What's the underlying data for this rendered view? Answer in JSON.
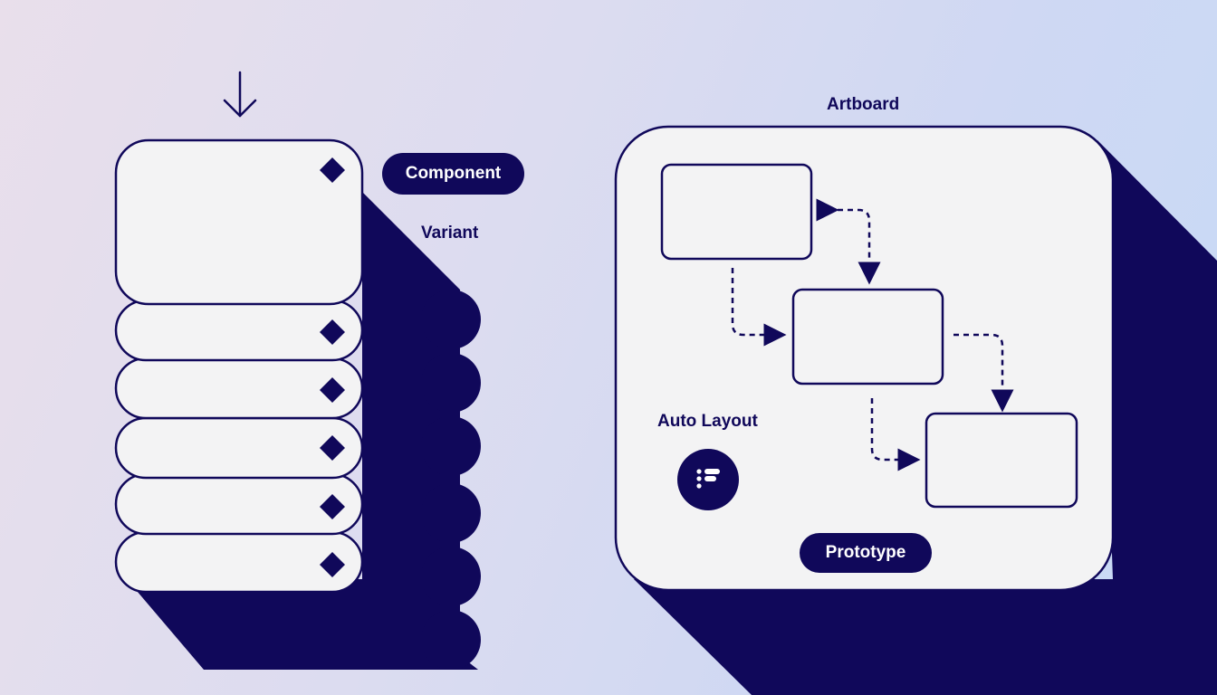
{
  "labels": {
    "component": "Component",
    "variant": "Variant",
    "artboard": "Artboard",
    "auto_layout": "Auto Layout",
    "prototype": "Prototype"
  },
  "icons": {
    "top_arrow": "arrow-down-icon",
    "component_marker": "diamond-icon",
    "auto_layout": "list-icon"
  },
  "colors": {
    "navy": "#10085a",
    "card": "#f3f3f4",
    "background_left": "#e9dfeb",
    "background_right": "#c7daf6"
  }
}
